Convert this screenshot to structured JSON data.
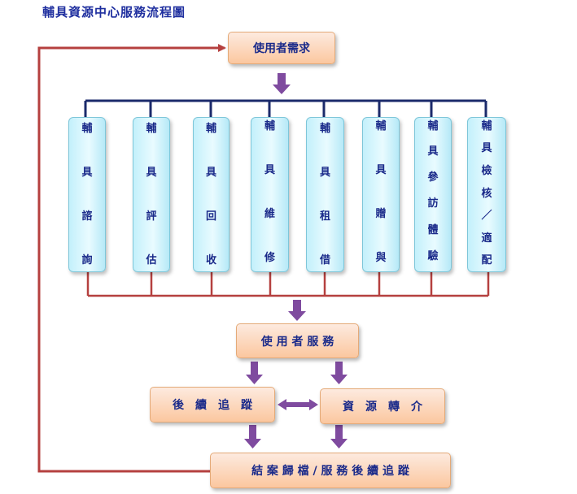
{
  "title": "輔具資源中心服務流程圖",
  "top_box": "使用者需求",
  "services": [
    {
      "chars": [
        "輔",
        "具",
        "諮",
        "詢"
      ]
    },
    {
      "chars": [
        "輔",
        "具",
        "評",
        "估"
      ]
    },
    {
      "chars": [
        "輔",
        "具",
        "回",
        "收"
      ]
    },
    {
      "chars": [
        "輔",
        "具",
        "維",
        "修"
      ]
    },
    {
      "chars": [
        "輔",
        "具",
        "租",
        "借"
      ]
    },
    {
      "chars": [
        "輔",
        "具",
        "贈",
        "與"
      ]
    },
    {
      "chars": [
        "輔",
        "具",
        "參",
        "訪",
        "體",
        "驗"
      ]
    },
    {
      "chars": [
        "輔",
        "具",
        "檢",
        "核",
        "／",
        "適",
        "配"
      ]
    }
  ],
  "user_service": "使 用 者 服 務",
  "follow_up": "後　續　追　蹤",
  "referral": "資　源　轉　介",
  "closing": "結 案 歸 檔 / 服 務 後 續 追 蹤",
  "colors": {
    "accent_purple": "#7f4b9f",
    "line_navy": "#1b2a6b",
    "line_red": "#b5403f",
    "box_orange": "#fbc79f",
    "box_cyan": "#c3f0fb"
  }
}
